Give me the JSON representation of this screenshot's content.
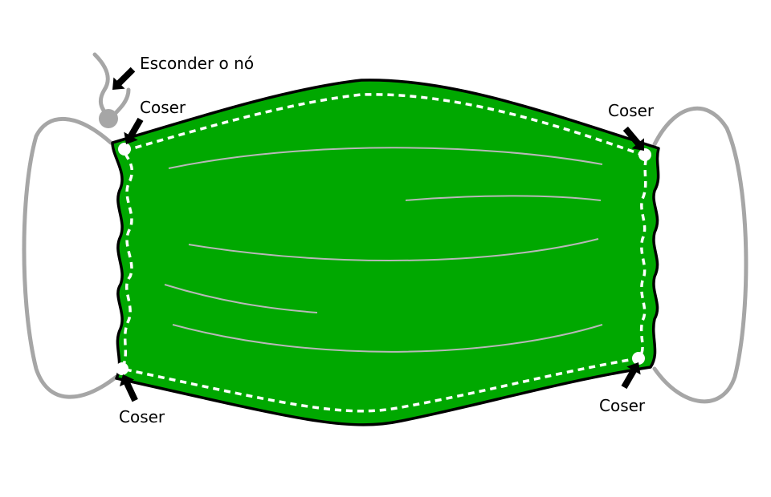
{
  "labels": {
    "hide_knot": "Esconder o nó",
    "sew_top_left": "Coser",
    "sew_top_right": "Coser",
    "sew_bottom_left": "Coser",
    "sew_bottom_right": "Coser"
  },
  "colors": {
    "mask_fill": "#00a800",
    "mask_outline": "#000000",
    "stitch_line": "#ffffff",
    "elastic": "#a6a6a6",
    "knot": "#a6a6a6",
    "arrow": "#000000",
    "pleat": "#b8b8b8"
  }
}
